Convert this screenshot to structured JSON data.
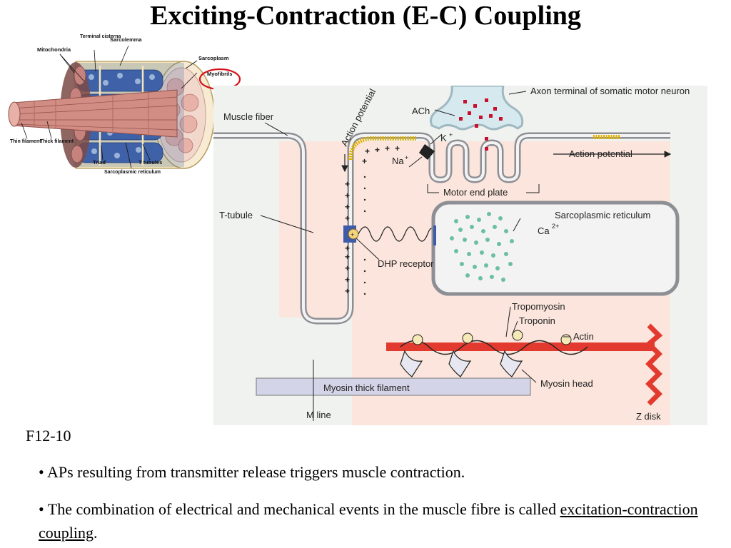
{
  "slide": {
    "title": "Exciting-Contraction (E-C) Coupling",
    "figure_id": "F12-10",
    "bullets": [
      {
        "text": "• APs resulting from transmitter release triggers muscle contraction."
      },
      {
        "text": "• The combination of electrical and mechanical events in the muscle fibre is called ",
        "underlined": "excitation-contraction coupling",
        "after": "."
      }
    ]
  },
  "muscle_diagram": {
    "labels": {
      "terminal_cisterna": "Terminal cisterna",
      "sarcolemma": "Sarcolemma",
      "mitochondria": "Mitochondria",
      "sarcoplasm": "Sarcoplasm",
      "myofibrils": "Myofibrils",
      "thin_filament": "Thin filament",
      "thick_filament": "Thick filament",
      "triad": "Triad",
      "t_tubules": "T tubules",
      "sarcoplasmic_reticulum": "Sarcoplasmic reticulum"
    },
    "highlight_color": "#d4141c"
  },
  "ec_diagram": {
    "labels": {
      "axon_terminal": "Axon terminal of somatic motor neuron",
      "ach": "ACh",
      "muscle_fiber": "Muscle fiber",
      "action_potential_membrane": "Action potential",
      "k_ion": "K",
      "na_ion": "Na",
      "action_potential_right": "Action potential",
      "motor_end_plate": "Motor end plate",
      "t_tubule": "T-tubule",
      "sarcoplasmic_reticulum": "Sarcoplasmic reticulum",
      "ca_ion": "Ca",
      "dhp_receptor": "DHP receptor",
      "tropomyosin": "Tropomyosin",
      "troponin": "Troponin",
      "actin": "Actin",
      "myosin_thick_filament": "Myosin thick filament",
      "myosin_head": "Myosin head",
      "m_line": "M line",
      "z_disk": "Z disk"
    },
    "colors": {
      "background": "#f0f2ef",
      "cytoplasm": "#fbe5dc",
      "membrane": "#8d8f95",
      "actin": "#e23a2e",
      "calcium": "#6cbfa3",
      "ach": "#c8102e",
      "myosin_filament": "#d3d4e7",
      "action_potential": "#e0b100",
      "axon": "#d5e9ef"
    }
  }
}
